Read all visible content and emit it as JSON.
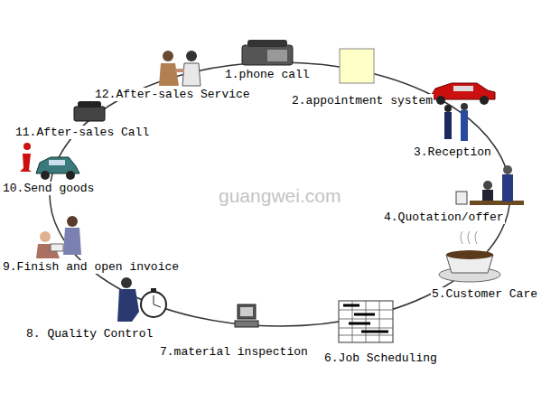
{
  "diagram": {
    "labels": [
      "1.phone call",
      "2.appointment system",
      "3.Reception",
      "4.Quotation/offer",
      "5.Customer Care",
      "6.Job Scheduling",
      "7.material inspection",
      "8. Quality Control",
      "9.Finish and open invoice",
      "10.Send goods",
      "11.After-sales Call",
      "12.After-sales Service",
      "guangwei.com"
    ]
  }
}
